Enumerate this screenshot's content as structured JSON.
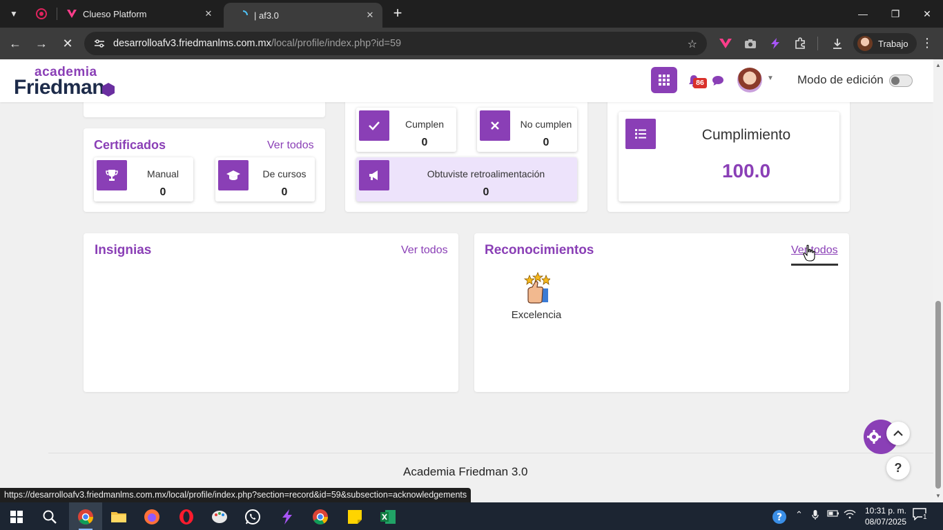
{
  "browser": {
    "tabs": [
      {
        "title": "Clueso Platform",
        "active": false
      },
      {
        "title": "| af3.0",
        "active": true
      }
    ],
    "url_host": "desarrolloafv3.friedmanlms.com.mx",
    "url_path": "/local/profile/index.php?id=59",
    "profile_label": "Trabajo",
    "status_url": "https://desarrolloafv3.friedmanlms.com.mx/local/profile/index.php?section=record&id=59&subsection=acknowledgements"
  },
  "header": {
    "logo_top": "academia",
    "logo_main": "Friedman",
    "notification_count": "86",
    "edit_mode_label": "Modo de edición"
  },
  "certificados": {
    "title": "Certificados",
    "link": "Ver todos",
    "items": [
      {
        "label": "Manual",
        "value": "0"
      },
      {
        "label": "De cursos",
        "value": "0"
      }
    ]
  },
  "evaluaciones": {
    "cumplen": {
      "label": "Cumplen",
      "value": "0"
    },
    "no_cumplen": {
      "label": "No cumplen",
      "value": "0"
    },
    "retro": {
      "label": "Obtuviste retroalimentación",
      "value": "0"
    }
  },
  "cumplimiento": {
    "label": "Cumplimiento",
    "value": "100.0"
  },
  "insignias": {
    "title": "Insignias",
    "link": "Ver todos"
  },
  "reconocimientos": {
    "title": "Reconocimientos",
    "link": "Ver todos",
    "items": [
      {
        "label": "Excelencia",
        "icon": "thumbs-up-stars-icon"
      }
    ]
  },
  "footer": {
    "text": "Academia Friedman 3.0"
  },
  "taskbar": {
    "time": "10:31 p. m.",
    "date": "08/07/2025",
    "notifications": "1"
  },
  "colors": {
    "brand": "#8a3fb6",
    "navy": "#1d2b4a",
    "retro_bg": "#ede3fb"
  }
}
